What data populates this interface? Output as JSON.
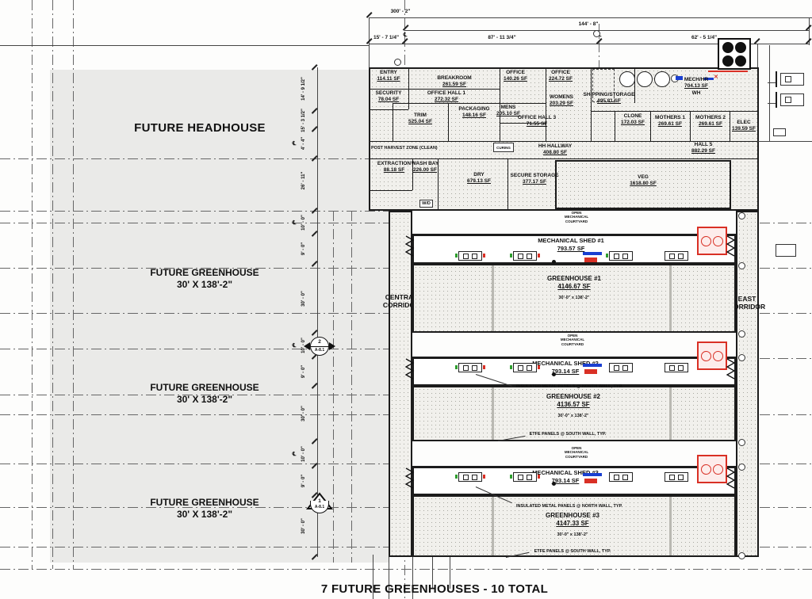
{
  "title": {
    "bottom": "7 FUTURE GREENHOUSES - 10 TOTAL"
  },
  "future": {
    "headhouse": "FUTURE HEADHOUSE",
    "greenhouse_label": "FUTURE GREENHOUSE",
    "greenhouse_size": "30' X 138'-2\""
  },
  "corridors": {
    "central_1": "CENTRAL",
    "central_2": "CORRIDOR",
    "east_1": "EAST",
    "east_2": "CORRIDOR"
  },
  "symbols": {
    "centerline": "℄"
  },
  "top_dims": {
    "overall": "300' - 2\"",
    "building": "144' - 8\"",
    "left": "15' - 7 1/4\"",
    "mid": "87' - 11 3/4\"",
    "right": "62' - 5 1/4\""
  },
  "left_dims": [
    "14' - 9 1/2\"",
    "15' - 3 1/2\"",
    "4' - 4\"",
    "26' - 11\"",
    "10' - 0\"",
    "9' - 0\"",
    "30' - 0\"",
    "10' - 0\"",
    "9' - 0\"",
    "30' - 0\"",
    "10' - 0\"",
    "9' - 0\"",
    "30' - 0\""
  ],
  "rooms": {
    "entry": {
      "name": "ENTRY",
      "sf": "114.11 SF"
    },
    "security": {
      "name": "SECURITY",
      "sf": "78.04 SF"
    },
    "breakroom": {
      "name": "BREAKROOM",
      "sf": "261.59 SF"
    },
    "office_hall_1": {
      "name": "OFFICE HALL 1",
      "sf": "272.32 SF"
    },
    "trim": {
      "name": "TRIM",
      "sf": "525.04 SF"
    },
    "packaging": {
      "name": "PACKAGING",
      "sf": "148.16 SF"
    },
    "mens": {
      "name": "MENS",
      "sf": "205.10 SF"
    },
    "office_1": {
      "name": "OFFICE",
      "sf": "140.26 SF"
    },
    "office_2": {
      "name": "OFFICE",
      "sf": "224.72 SF"
    },
    "womens": {
      "name": "WOMENS",
      "sf": "203.29 SF"
    },
    "office_hall_3": {
      "name": "OFFICE HALL 3",
      "sf": "71.55 SF"
    },
    "shipping": {
      "name": "SHIPPING/STORAGE",
      "sf": "495.81 SF"
    },
    "clone": {
      "name": "CLONE",
      "sf": "172.03 SF"
    },
    "mothers1": {
      "name": "MOTHERS 1",
      "sf": "269.61 SF"
    },
    "mothers2": {
      "name": "MOTHERS 2",
      "sf": "269.61 SF"
    },
    "mech": {
      "name": "MECH/HR",
      "sf": "704.13 SF",
      "extra": "WH"
    },
    "elec": {
      "name": "ELEC",
      "sf": "139.59 SF"
    },
    "hall5": {
      "name": "HALL 5",
      "sf": "882.29 SF"
    },
    "hh_hallway": {
      "name": "HH HALLWAY",
      "sf": "408.80 SF"
    },
    "extraction": {
      "name": "EXTRACTION",
      "sf": "88.18 SF"
    },
    "wash_bay": {
      "name": "WASH BAY",
      "sf": "226.00 SF"
    },
    "dry": {
      "name": "DRY",
      "sf": "679.13 SF"
    },
    "secure": {
      "name": "SECURE STORAGE",
      "sf": "377.17 SF"
    },
    "veg": {
      "name": "VEG",
      "sf": "1618.80 SF"
    },
    "wd": "W/D",
    "curing": "CURING"
  },
  "notes": {
    "post_harvest": "POST HARVEST ZONE (CLEAN)",
    "courtyard": "OPEN\nMECHANICAL\nCOURTYARD",
    "north_wall": "INSULATED METAL PANELS @ NORTH WALL, TYP.",
    "south_wall": "ETFE PANELS @ SOUTH WALL, TYP."
  },
  "sheds": [
    {
      "name": "MECHANICAL SHED #1",
      "sf": "793.57 SF"
    },
    {
      "name": "MECHANICAL SHED #2",
      "sf": "793.14 SF"
    },
    {
      "name": "MECHANICAL SHED #3",
      "sf": "793.14 SF"
    }
  ],
  "greenhouses": [
    {
      "name": "GREENHOUSE #1",
      "sf": "4146.67 SF",
      "size": "30'-0\" x 138'-2\""
    },
    {
      "name": "GREENHOUSE #2",
      "sf": "4136.57 SF",
      "size": "30'-0\" x 138'-2\""
    },
    {
      "name": "GREENHOUSE #3",
      "sf": "4147.33 SF",
      "size": "30'-0\" x 138'-2\""
    }
  ],
  "markers": {
    "m2": {
      "num": "2",
      "sheet": "A-8.1"
    },
    "m1": {
      "num": "1",
      "sheet": "A-8.1"
    }
  },
  "colors": {
    "red": "#d93025",
    "blue": "#1a3fd1",
    "green": "#2f9e2f"
  }
}
